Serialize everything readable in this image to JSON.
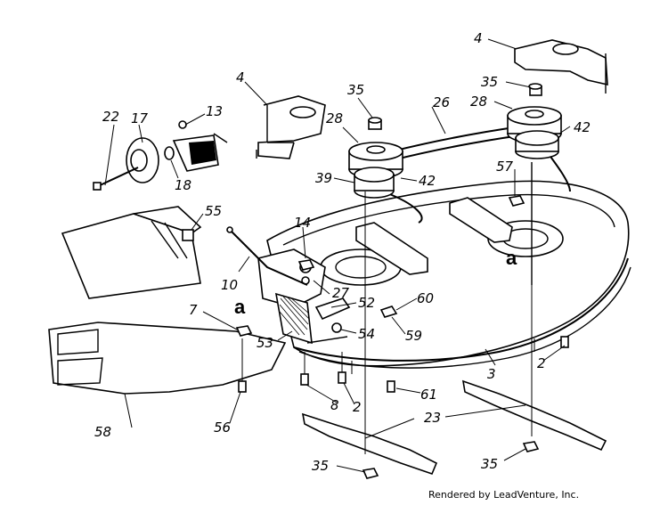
{
  "diagram": {
    "labels": {
      "p2a": "2",
      "p2b": "2",
      "p3": "3",
      "p4a": "4",
      "p4b": "4",
      "p7": "7",
      "p8": "8",
      "p10": "10",
      "p13": "13",
      "p14": "14",
      "p17": "17",
      "p18": "18",
      "p22": "22",
      "p23": "23",
      "p26": "26",
      "p27": "27",
      "p28a": "28",
      "p28b": "28",
      "p35a": "35",
      "p35b": "35",
      "p35c": "35",
      "p35d": "35",
      "p39": "39",
      "p42a": "42",
      "p42b": "42",
      "p52": "52",
      "p53": "53",
      "p54": "54",
      "p55": "55",
      "p56": "56",
      "p57": "57",
      "p58": "58",
      "p59": "59",
      "p60": "60",
      "p61": "61",
      "a1": "a",
      "a2": "a"
    },
    "credit": "Rendered by LeadVenture, Inc."
  }
}
